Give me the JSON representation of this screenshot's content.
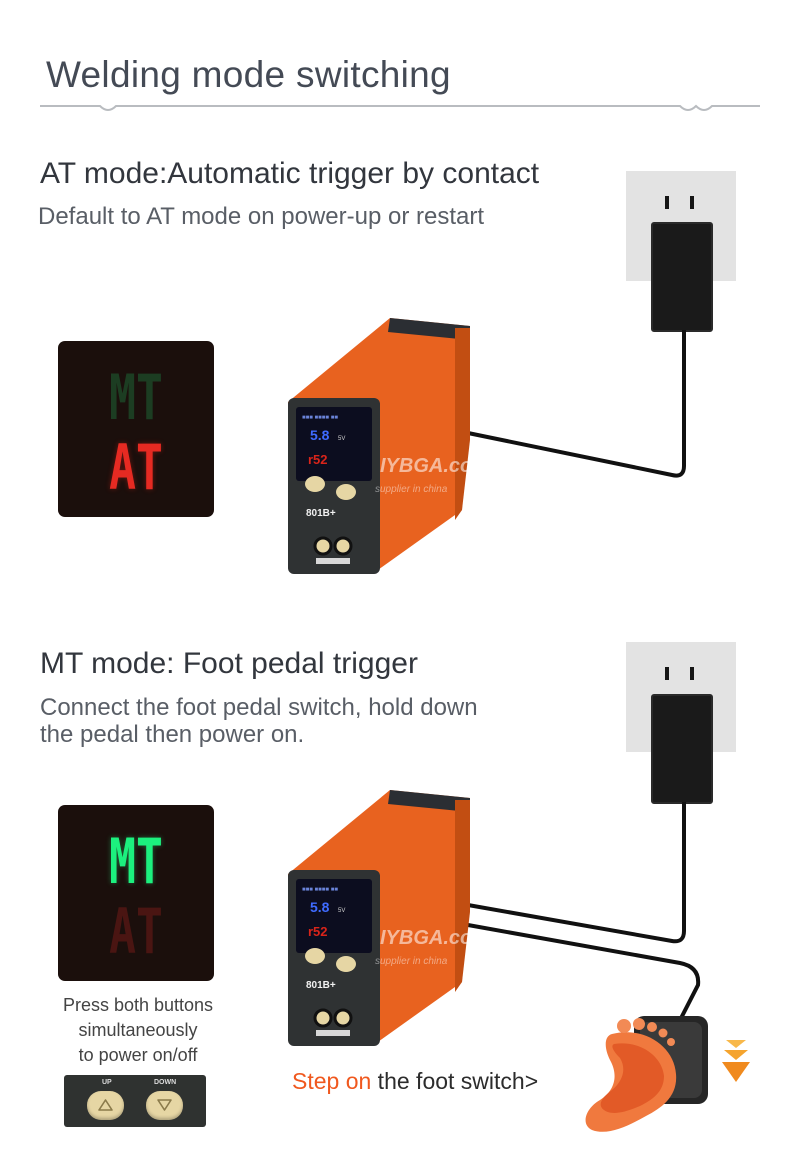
{
  "page": {
    "title": "Welding mode switching"
  },
  "at_section": {
    "heading": "AT mode:Automatic trigger by contact",
    "subtitle": "Default to AT mode on power-up or restart",
    "indicator": {
      "top_label": "MT",
      "bottom_label": "AT",
      "active": "AT"
    }
  },
  "mt_section": {
    "heading": "MT mode: Foot pedal trigger",
    "subtitle_line1": "Connect the foot pedal switch, hold down",
    "subtitle_line2": "the pedal then power on.",
    "indicator": {
      "top_label": "MT",
      "bottom_label": "AT",
      "active": "MT"
    },
    "caption_line1": "Press both buttons",
    "caption_line2": "simultaneously",
    "caption_line3": "to power on/off",
    "buttons": {
      "up_label": "UP",
      "down_label": "DOWN"
    },
    "footswitch_highlight": "Step on",
    "footswitch_text": " the foot switch>"
  },
  "device": {
    "model": "801B+",
    "display_value": "5.8",
    "display_unit": "5V",
    "watermark": "IYBGA.com",
    "watermark_tagline": "supplier in china",
    "button_up": "UP",
    "button_down": "DOWN"
  },
  "colors": {
    "device_orange": "#e8621f",
    "led_green": "#1cf07e",
    "led_red": "#e62a22",
    "accent_text": "#f0581e",
    "arrow_orange": "#f59a1e"
  },
  "icons": [
    "power-outlet-icon",
    "power-adapter-icon",
    "foot-icon",
    "down-arrow-icon"
  ]
}
